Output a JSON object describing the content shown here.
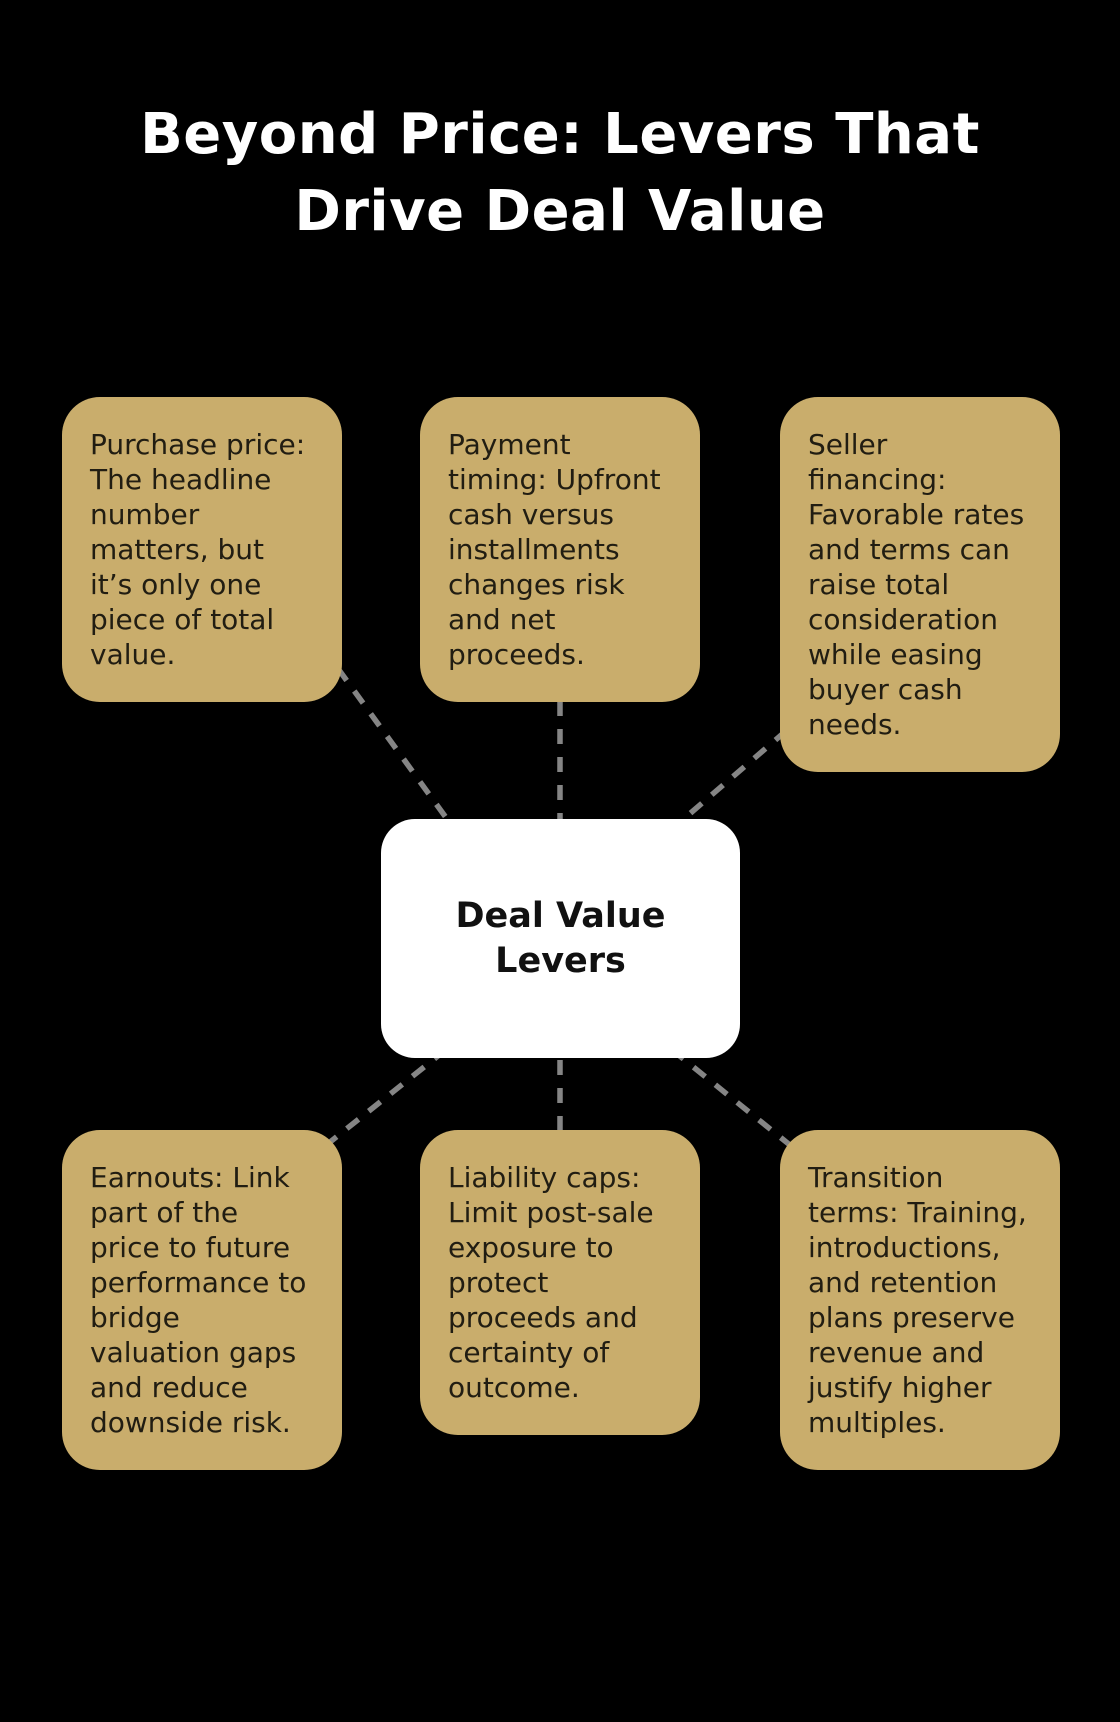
{
  "title": "Beyond Price: Levers That Drive Deal Value",
  "center": {
    "label": "Deal Value Levers"
  },
  "nodes": [
    {
      "id": "purchase-price",
      "text": "Purchase price: The headline number matters, but it’s only one piece of total value."
    },
    {
      "id": "payment-timing",
      "text": "Payment timing: Upfront cash versus installments changes risk and net proceeds."
    },
    {
      "id": "seller-financing",
      "text": "Seller financing: Favorable rates and terms can raise total consideration while easing buyer cash needs."
    },
    {
      "id": "earnouts",
      "text": "Earnouts: Link part of the price to future performance to bridge valuation gaps and reduce downside risk."
    },
    {
      "id": "liability-caps",
      "text": "Liability caps: Limit post-sale exposure to protect proceeds and certainty of outcome."
    },
    {
      "id": "transition-terms",
      "text": "Transition terms: Training, introductions, and retention plans preserve revenue and justify higher multiples."
    }
  ],
  "colors": {
    "background": "#000000",
    "title_text": "#ffffff",
    "node_fill": "#c9ad6c",
    "node_text": "#211d12",
    "center_fill": "#ffffff",
    "center_text": "#111111",
    "connector": "#858585"
  }
}
